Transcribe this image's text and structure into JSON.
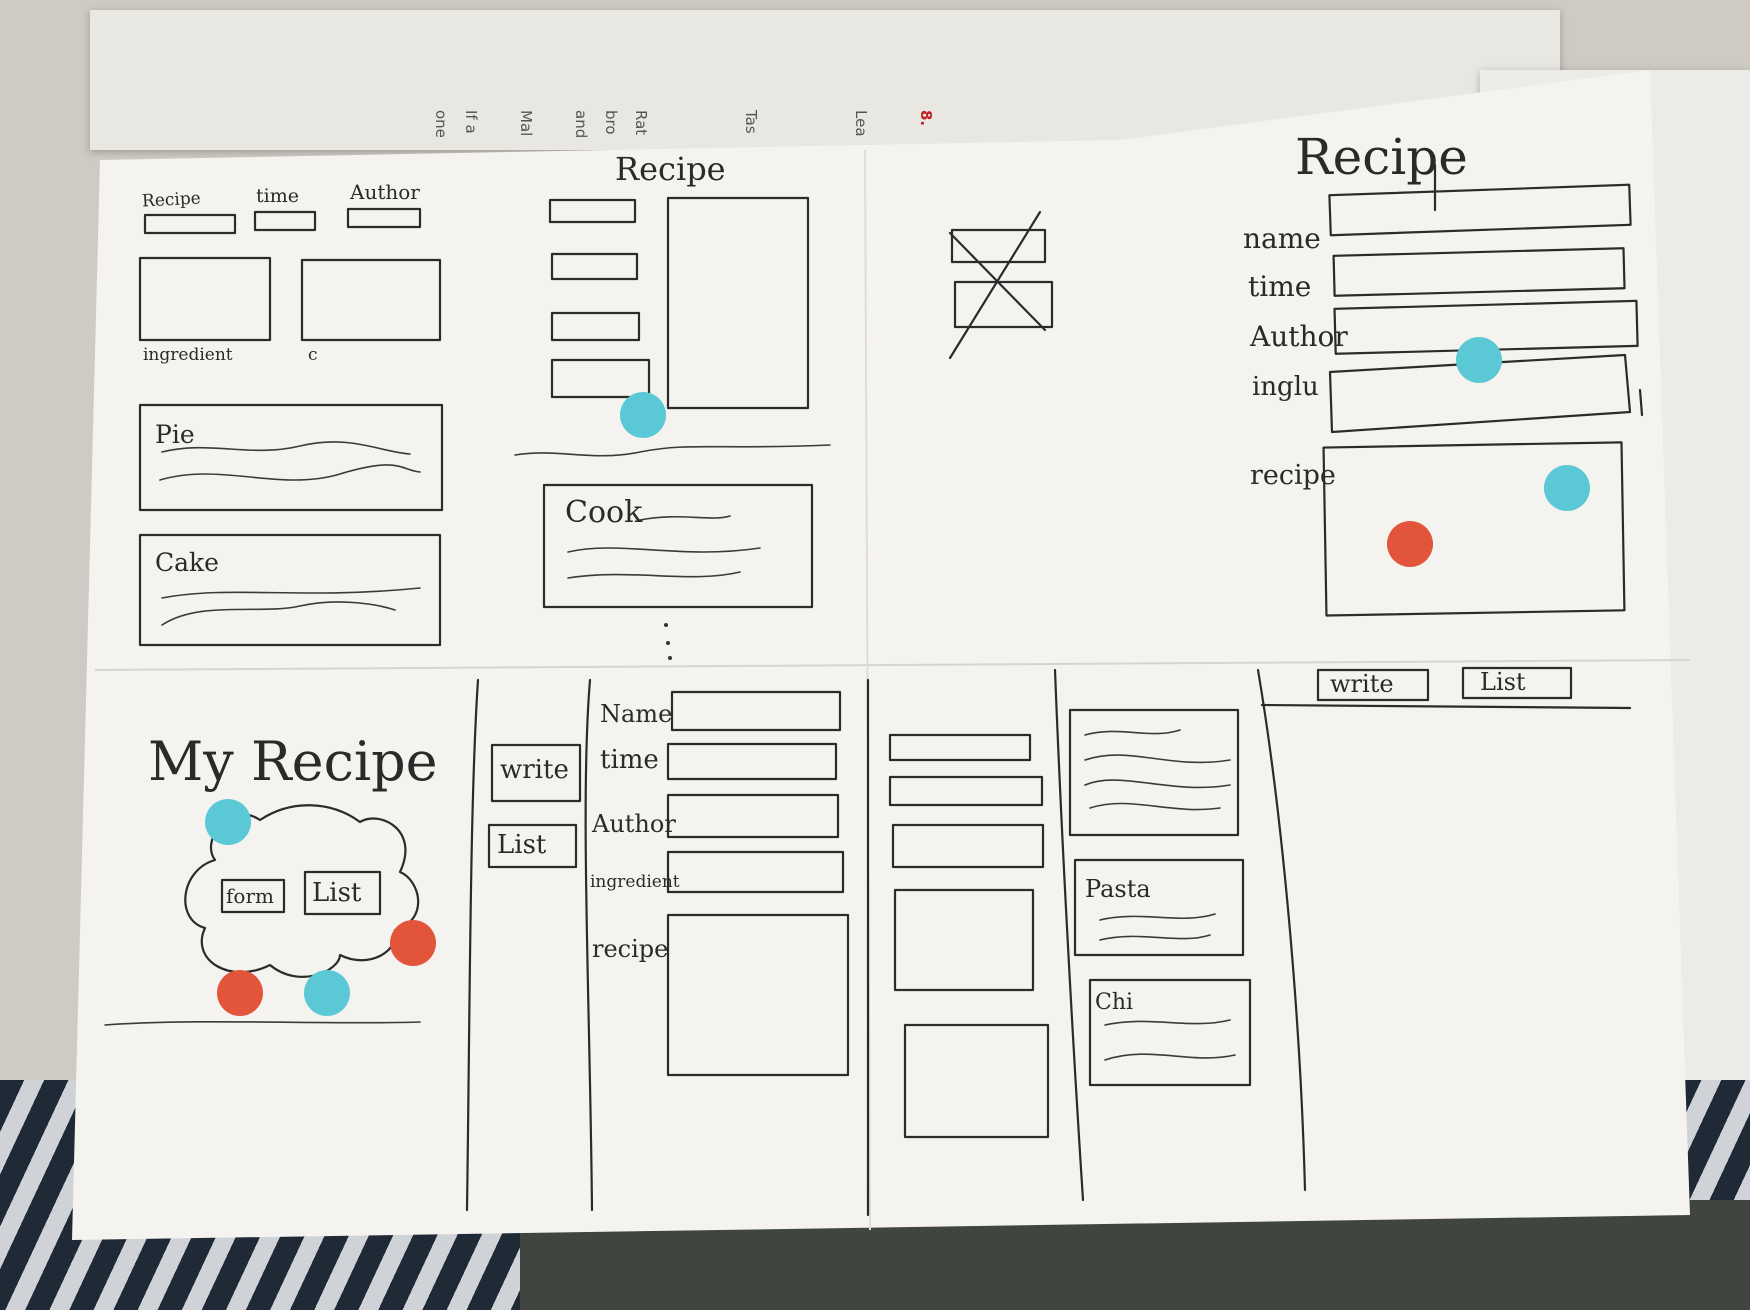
{
  "top_left_panel": {
    "col_labels": [
      "Recipe",
      "time",
      "Author"
    ],
    "box_labels": [
      "ingredient",
      "c"
    ],
    "cards": [
      "Pie",
      "Cake"
    ]
  },
  "top_middle_panel": {
    "title": "Recipe",
    "card": "Cook"
  },
  "top_right_panel": {
    "title": "Recipe",
    "fields": [
      "name",
      "time",
      "Author",
      "inglu",
      "recipe"
    ],
    "buttons": [
      "write",
      "List"
    ]
  },
  "bottom_left_panel": {
    "title": "My Recipe",
    "buttons": [
      "form",
      "List"
    ]
  },
  "bottom_middle_panel": {
    "nav": [
      "write",
      "List"
    ],
    "fields": [
      "Name",
      "time",
      "Author",
      "ingredient",
      "recipe"
    ]
  },
  "bottom_right_panel": {
    "cards": [
      "Pasta",
      "Chi"
    ]
  },
  "markers": {
    "cyan": "#5bc8d6",
    "red": "#e2553a"
  }
}
